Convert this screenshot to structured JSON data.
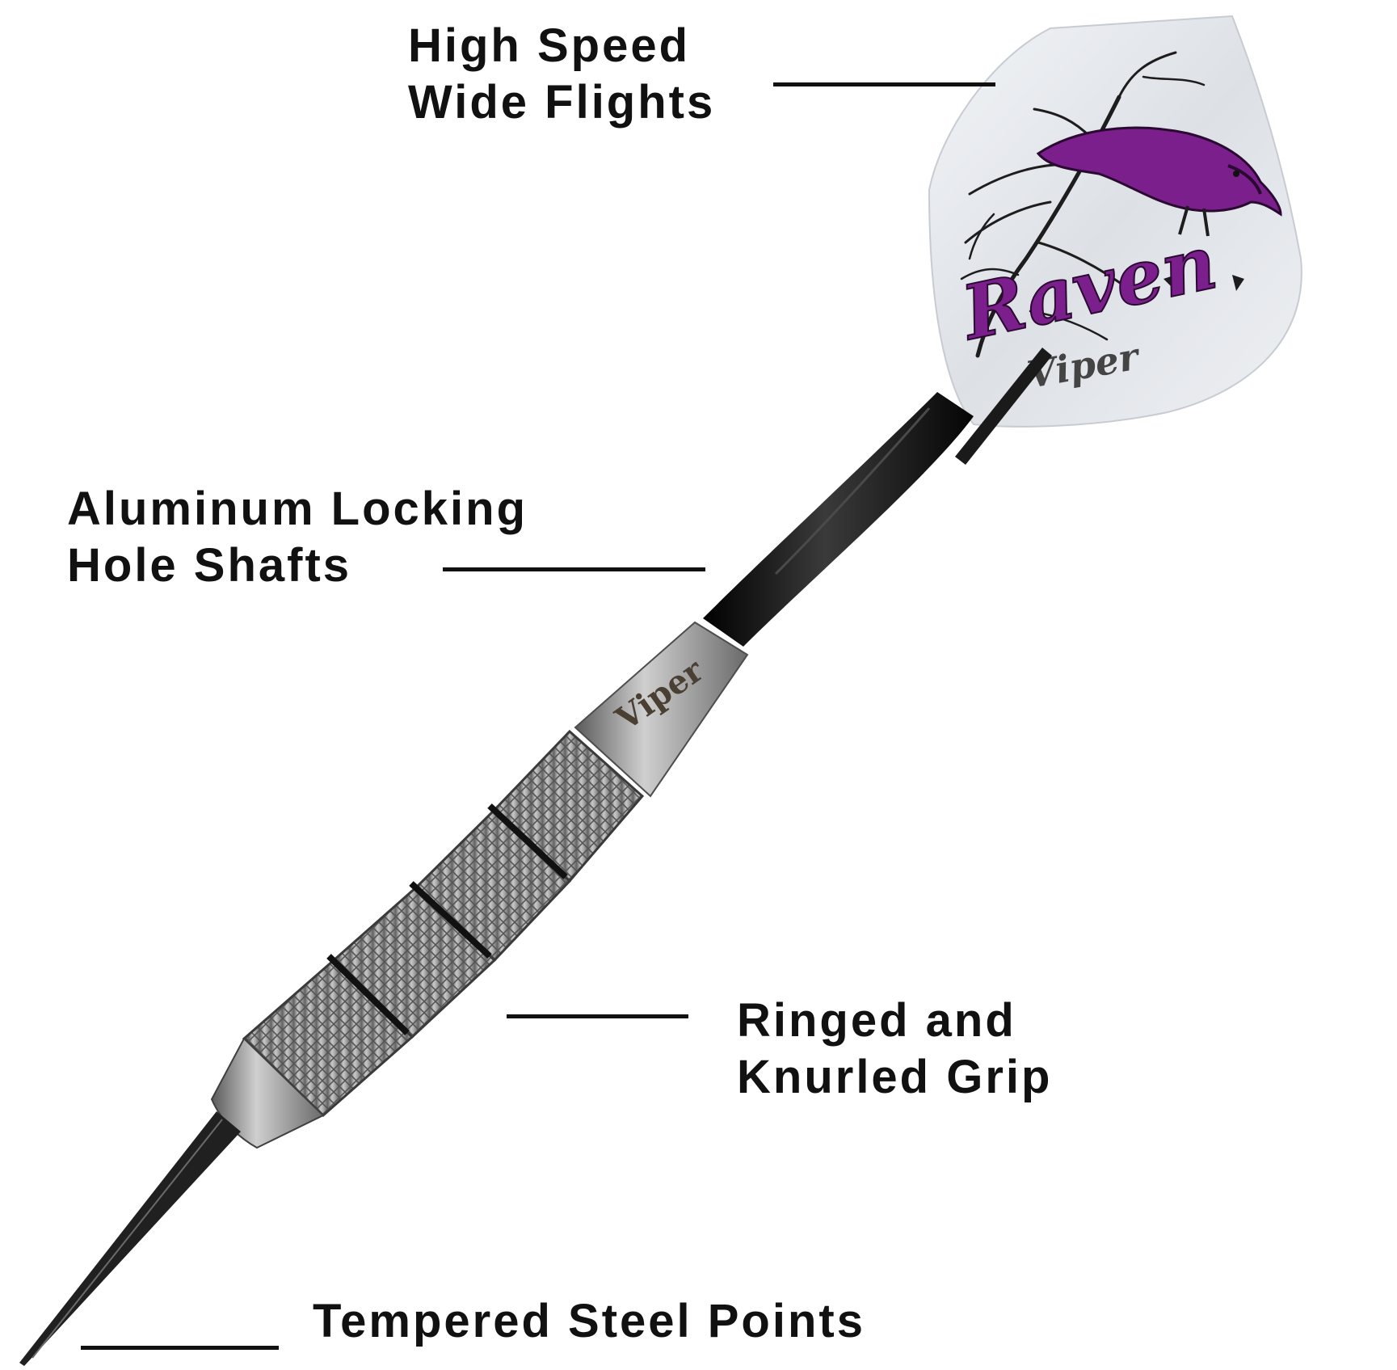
{
  "callouts": {
    "flights": {
      "line1": "High Speed",
      "line2": "Wide Flights"
    },
    "shafts": {
      "line1": "Aluminum Locking",
      "line2": "Hole Shafts"
    },
    "grip": {
      "line1": "Ringed and",
      "line2": "Knurled Grip"
    },
    "points": {
      "line1": "Tempered Steel Points"
    }
  },
  "dart": {
    "flight_brand_text": "Raven",
    "flight_logo_text": "Viper",
    "barrel_logo_text": "Viper"
  },
  "colors": {
    "text": "#111111",
    "accent_purple": "#7a1f8c",
    "barrel_silver": "#9a9a9a",
    "shaft_black": "#141414"
  }
}
